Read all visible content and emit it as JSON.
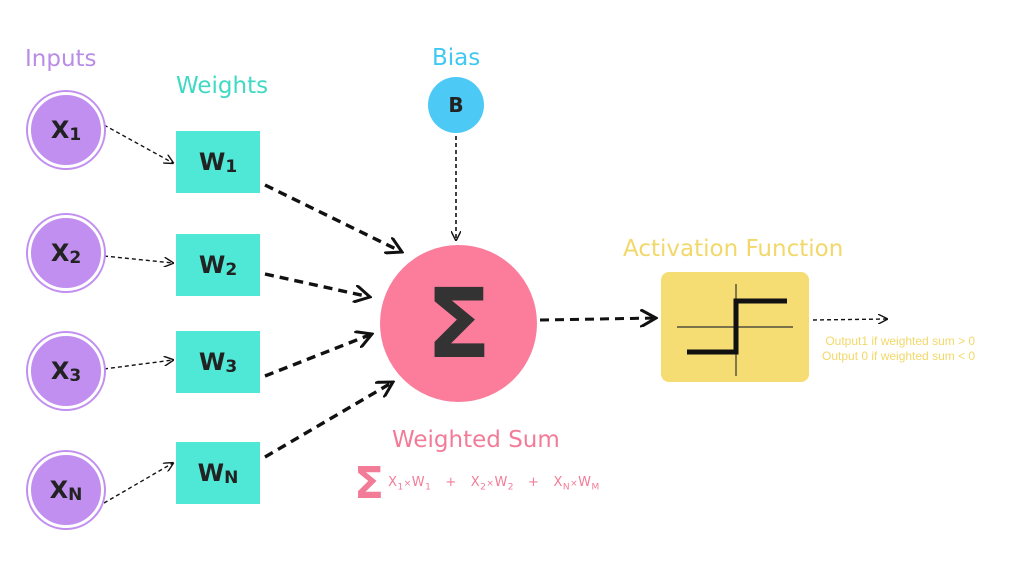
{
  "labels": {
    "inputs": "Inputs",
    "weights": "Weights",
    "bias": "Bias",
    "activation": "Activation Function",
    "weighted_sum": "Weighted Sum"
  },
  "inputs": [
    {
      "base": "X",
      "sub": "1"
    },
    {
      "base": "X",
      "sub": "2"
    },
    {
      "base": "X",
      "sub": "3"
    },
    {
      "base": "X",
      "sub": "N"
    }
  ],
  "weights": [
    {
      "base": "W",
      "sub": "1"
    },
    {
      "base": "W",
      "sub": "2"
    },
    {
      "base": "W",
      "sub": "3"
    },
    {
      "base": "W",
      "sub": "N"
    }
  ],
  "bias_node": "B",
  "sum_symbol": "Σ",
  "formula": {
    "sigma": "Σ",
    "times": "×",
    "plus": "+",
    "terms": [
      {
        "x": "X",
        "xs": "1",
        "w": "W",
        "ws": "1"
      },
      {
        "x": "X",
        "xs": "2",
        "w": "W",
        "ws": "2"
      },
      {
        "x": "X",
        "xs": "N",
        "w": "W",
        "ws": "M"
      }
    ]
  },
  "output": {
    "line1": "Output1 if weighted sum > 0",
    "line2": "Output 0 if weighted sum < 0"
  },
  "colors": {
    "input": "#c18ff0",
    "weight": "#4fe8d6",
    "bias": "#4ccaf5",
    "sum": "#fb7c9b",
    "activation": "#f5dc73"
  }
}
